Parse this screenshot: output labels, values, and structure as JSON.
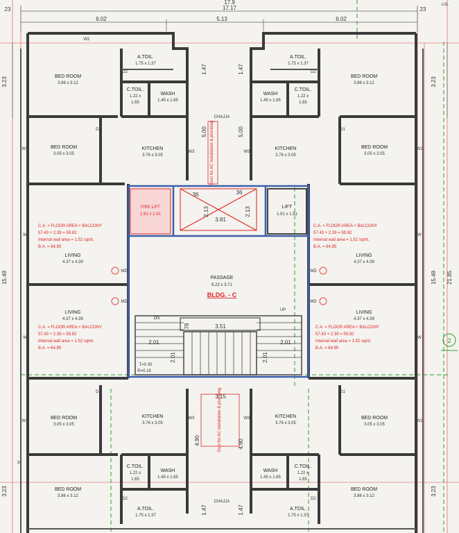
{
  "dims": {
    "top_total": "17.17",
    "top_total_partial": "17.9",
    "top_mid": "5.13",
    "top_left": "6.02",
    "top_right": "6.02",
    "corner_tl": "23",
    "corner_tr": "23",
    "lvl": "LVL",
    "left_323_top": "3.23",
    "left_323_bot": "3.23",
    "left_1549": "15.49",
    "right_323_top": "3.23",
    "right_323_bot": "3.23",
    "right_1549": "15.49",
    "right_2185": "21.85",
    "shaft_147": "1.47",
    "shaft_500": "5.00",
    "shaft_36": "36",
    "shaft_213": "2.13",
    "shaft_381": "3.81",
    "stair_201": "2.01",
    "stair_351": "3.51",
    "stair_78": "78",
    "shaft_bot_315": "3.15",
    "shaft_bot_490": "4.90",
    "left_10": "10",
    "stair_t": "T=0.30",
    "stair_r": "R=0.19"
  },
  "rooms": {
    "bed_room": "BED ROOM",
    "bed_big_dim": "3.86 x 3.12",
    "bed_small_dim": "3.05 x 3.05",
    "kitchen": "KITCHEN",
    "kitchen_dim": "3.76 x 3.05",
    "a_toil": "A.TOIL.",
    "a_toil_dim": "1.75 x 1.37",
    "c_toil": "C.TOIL.",
    "c_toil_dim1": "1.22 x",
    "c_toil_dim2": "1.65",
    "wash": "WASH",
    "wash_dim": "1.45 x 1.65",
    "living": "LIVING",
    "living_dim": "4.37 x 4.39",
    "fire_lift": "FIRE LIFT",
    "fire_lift_dim": "1.91 x 1.91",
    "lift": "LIFT",
    "lift_dim": "1.91 x 1.91",
    "passage": "PASSAGE",
    "passage_dim": "6.23 x 3.71",
    "bldg": "BLDG. - C",
    "chaja": "CHAJJA",
    "dn": "DN",
    "up": "UP"
  },
  "tags": {
    "w1": "W1",
    "w2": "W2",
    "w": "W",
    "d1": "D1",
    "d2": "D2",
    "w3": "W3",
    "md": "MD"
  },
  "notes": {
    "ca": "C.A. = FLOOR AREA + BALCONY",
    "ca_calc": "57.43 + 2.39 = 59.82",
    "iwa": "Internal  wall area = 1.52 sqmt.",
    "ba": "B.A. = 64.95",
    "shaft_top_note": "Duct for AC Installation & plumbing",
    "shaft_bot_note": "Duct for AC Installation & plumbing"
  },
  "colors": {
    "wall": "#3a3a3a",
    "red": "#d22222",
    "blue": "#3b5fa8",
    "green": "#2aa02a",
    "bg": "#f4f3ef"
  }
}
